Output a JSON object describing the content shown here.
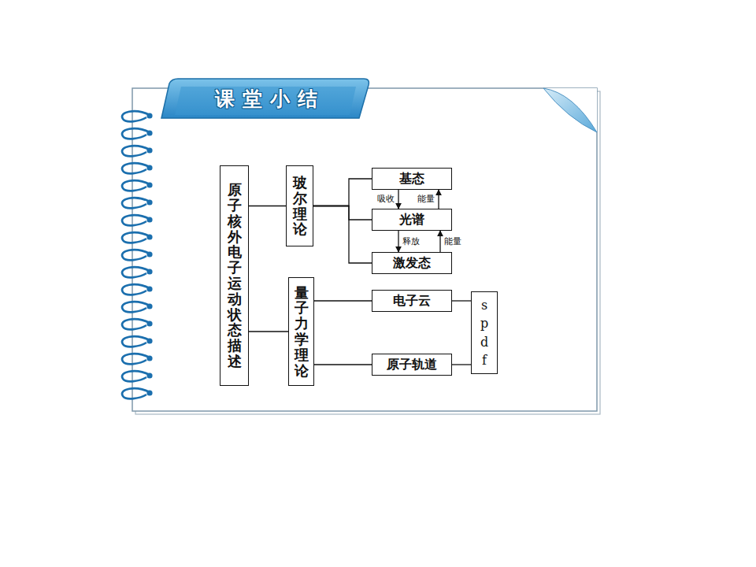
{
  "diagram": {
    "title": "课堂小结",
    "nodes": [
      {
        "text": [
          "原子核外电子运动状态描述"
        ]
      },
      {
        "text": [
          "玻尔理论"
        ]
      },
      {
        "text": [
          "基态"
        ]
      },
      {
        "text": [
          "光谱"
        ]
      },
      {
        "text": [
          "激发态"
        ]
      },
      {
        "text": [
          "量子力学理论"
        ]
      },
      {
        "text": [
          "电子云"
        ]
      },
      {
        "text": [
          "原子轨道"
        ]
      },
      {
        "text": [
          "s p d f"
        ]
      }
    ],
    "edges": [
      {
        "from": 0,
        "to": 1,
        "arrow": "none"
      },
      {
        "from": 0,
        "to": 5,
        "arrow": "none"
      },
      {
        "from": 1,
        "to": 2,
        "arrow": "none"
      },
      {
        "from": 1,
        "to": 3,
        "arrow": "none"
      },
      {
        "from": 1,
        "to": 4,
        "arrow": "none"
      },
      {
        "from": 2,
        "to": 3,
        "label": "吸收",
        "arrow": "to"
      },
      {
        "from": 3,
        "to": 2,
        "label": "能量",
        "arrow": "to"
      },
      {
        "from": 3,
        "to": 4,
        "label": "释放",
        "arrow": "to"
      },
      {
        "from": 4,
        "to": 3,
        "label": "能量",
        "arrow": "to"
      },
      {
        "from": 5,
        "to": 6,
        "arrow": "none"
      },
      {
        "from": 5,
        "to": 7,
        "arrow": "none"
      },
      {
        "from": 6,
        "to": 8,
        "arrow": "none"
      },
      {
        "from": 7,
        "to": 8,
        "arrow": "none"
      }
    ]
  }
}
